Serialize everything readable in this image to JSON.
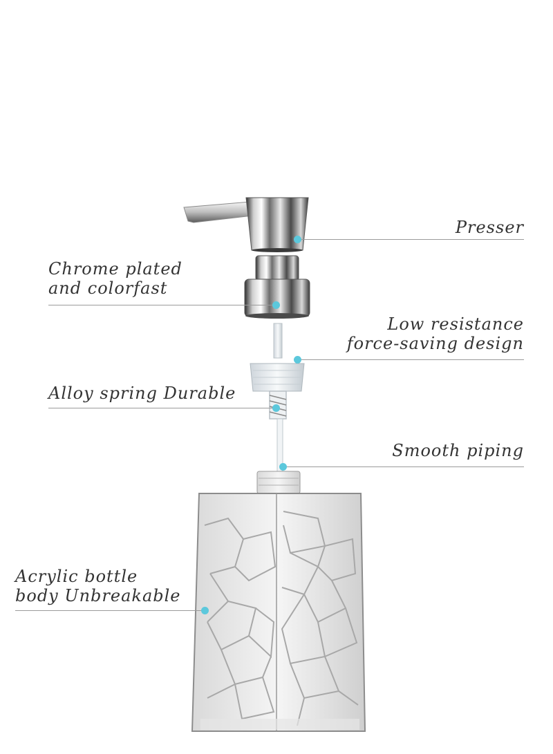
{
  "colors": {
    "background": "#ffffff",
    "text": "#333333",
    "leader_line": "#9a9a9a",
    "marker_dot": "#5cc8dc",
    "chrome_dark": "#3a3a3a",
    "chrome_light": "#f4f4f4"
  },
  "callouts": {
    "presser": {
      "lines": [
        "Presser"
      ]
    },
    "chrome": {
      "lines": [
        "Chrome plated",
        "and colorfast"
      ]
    },
    "low_resistance": {
      "lines": [
        "Low resistance",
        "force-saving design"
      ]
    },
    "spring": {
      "lines": [
        "Alloy spring Durable"
      ]
    },
    "piping": {
      "lines": [
        "Smooth piping"
      ]
    },
    "bottle": {
      "lines": [
        "Acrylic bottle",
        "body Unbreakable"
      ]
    }
  }
}
